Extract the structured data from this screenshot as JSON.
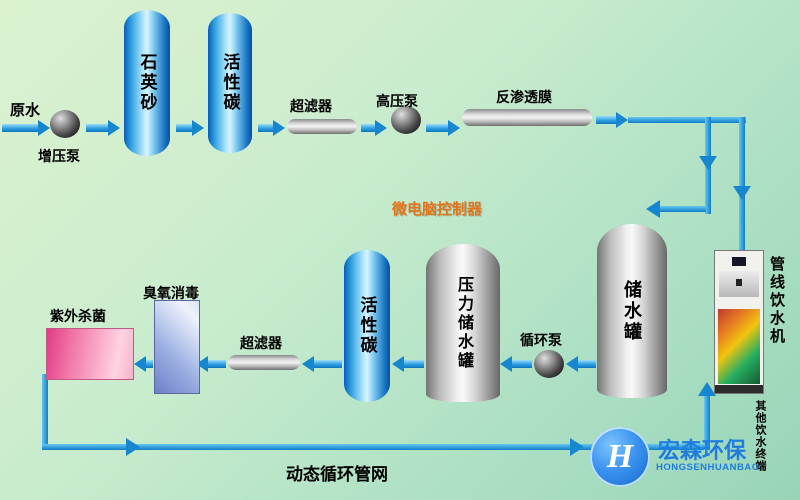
{
  "diagram": {
    "top": {
      "raw_water": "原水",
      "booster_pump": "增压泵",
      "quartz_sand": "石英砂",
      "activated_carbon": "活性碳",
      "ultrafilter": "超滤器",
      "high_pressure_pump": "高压泵",
      "ro_membrane": "反渗透膜"
    },
    "controller": "微电脑控制器",
    "loop": {
      "storage_tank": "储水罐",
      "circulation_pump": "循环泵",
      "pressure_tank": "压力储水罐",
      "activated_carbon": "活性碳",
      "ultrafilter": "超滤器",
      "ozone": "臭氧消毒",
      "uv": "紫外杀菌",
      "network": "动态循环管网"
    },
    "right": {
      "dispenser": "管线饮水机",
      "other_terminals": "其他饮水终端"
    }
  },
  "logo": {
    "monogram": "H",
    "name_cn": "宏森环保",
    "name_en": "HONGSENHUANBAO"
  },
  "colors": {
    "background_green": "#c9ecce",
    "arrow_blue": "#1687ce",
    "controller_orange": "#e2741c",
    "logo_blue": "#1f7de0",
    "uv_pink": "#e23a86",
    "ozone_blue": "#7080c0"
  }
}
